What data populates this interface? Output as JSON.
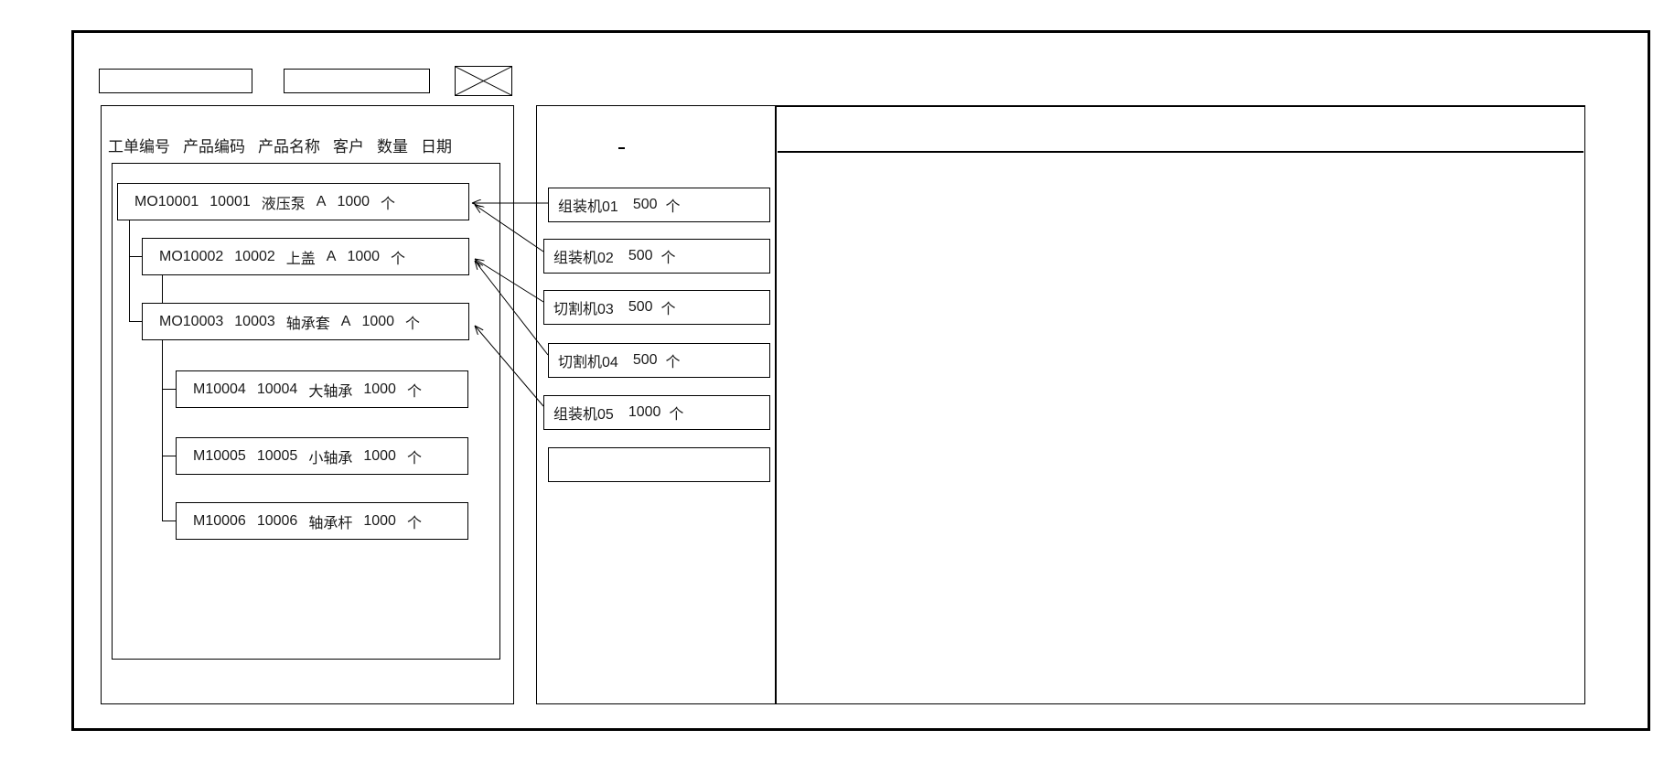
{
  "header": {
    "field_1": "",
    "field_2": "",
    "placeholder_icon": "crossed-box-icon"
  },
  "left_panel": {
    "columns": [
      "工单编号",
      "产品编码",
      "产品名称",
      "客户",
      "数量",
      "日期"
    ],
    "rows": [
      {
        "level": 0,
        "order_no": "MO10001",
        "product_code": "10001",
        "product_name": "液压泵",
        "customer": "A",
        "qty": "1000",
        "unit": "个"
      },
      {
        "level": 1,
        "order_no": "MO10002",
        "product_code": "10002",
        "product_name": "上盖",
        "customer": "A",
        "qty": "1000",
        "unit": "个"
      },
      {
        "level": 1,
        "order_no": "MO10003",
        "product_code": "10003",
        "product_name": "轴承套",
        "customer": "A",
        "qty": "1000",
        "unit": "个"
      },
      {
        "level": 2,
        "order_no": "M10004",
        "product_code": "10004",
        "product_name": "大轴承",
        "customer": "",
        "qty": "1000",
        "unit": "个"
      },
      {
        "level": 2,
        "order_no": "M10005",
        "product_code": "10005",
        "product_name": "小轴承",
        "customer": "",
        "qty": "1000",
        "unit": "个"
      },
      {
        "level": 2,
        "order_no": "M10006",
        "product_code": "10006",
        "product_name": "轴承杆",
        "customer": "",
        "qty": "1000",
        "unit": "个"
      }
    ]
  },
  "middle_panel": {
    "machines": [
      {
        "name": "组装机01",
        "qty": "500",
        "unit": "个"
      },
      {
        "name": "组装机02",
        "qty": "500",
        "unit": "个"
      },
      {
        "name": "切割机03",
        "qty": "500",
        "unit": "个"
      },
      {
        "name": "切割机04",
        "qty": "500",
        "unit": "个"
      },
      {
        "name": "组装机05",
        "qty": "1000",
        "unit": "个"
      },
      {
        "name": "",
        "qty": "",
        "unit": ""
      }
    ]
  },
  "right_panel": {
    "content": ""
  },
  "colors": {
    "line": "#000000",
    "background": "#ffffff",
    "text": "#1a1a1a"
  }
}
